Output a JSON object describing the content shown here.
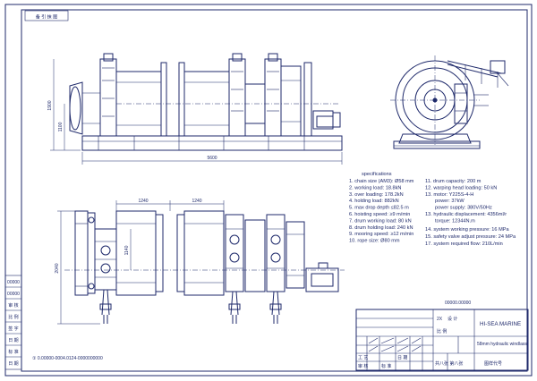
{
  "corner_stamp": "备 引 抹 图",
  "dimensions": {
    "overall_length": "5600",
    "height_total": "1900",
    "height_center": "1100",
    "plan_width": "2040",
    "plan_drum_offset": "1140",
    "span_a": "1240",
    "span_b": "1240"
  },
  "spec": {
    "heading": "specifications",
    "left": [
      "1. chain size (AM3): Ø58 mm",
      "2. working load: 18.8kN",
      "3. over loading: 178.2kN",
      "4. holding load: 882kN",
      "5. max drop depth ≤82.5 m",
      "6. hoisting speed: ≥9 m/min",
      "7. drum working load: 80 kN",
      "8. drum holding load: 240 kN",
      "9. mooring speed: ≥12 m/min",
      "10. rope size: Ø80 mm"
    ],
    "right": [
      "11. drum capacity: 200 m",
      "12. warping head loading: 50 kN",
      "13. motor: Y225S-4-H",
      "power: 37kW",
      "power supply: 380V/50Hz",
      "13. hydraulic displacement: 4356ml/r",
      "torque: 12344N.m",
      "14. system working pressure: 16 MPa",
      "15. safety valve adjust pressure: 24 MPa",
      "17. system required flow: 210L/min"
    ]
  },
  "notes": {
    "bottom_code": "① 0.00000-0004.0124-0000000000",
    "right_code": "00000.00000"
  },
  "title_block": {
    "company": "HI-SEA MARINE",
    "product": "58mm hydraulic windlass",
    "label_2x": "2X",
    "label_design": "设 计",
    "label_scale": "比 例",
    "label_chk": "审 核",
    "label_std": "标 准",
    "label_proc": "工 艺",
    "label_date": "日 期",
    "label_sheet": "共八张 第八张",
    "drawing_no": "图样代号"
  },
  "side_strip": {
    "items": [
      "00000",
      "00000",
      "审 核",
      "比 例",
      "签 字",
      "日 期",
      "标 准",
      "日 期"
    ]
  }
}
